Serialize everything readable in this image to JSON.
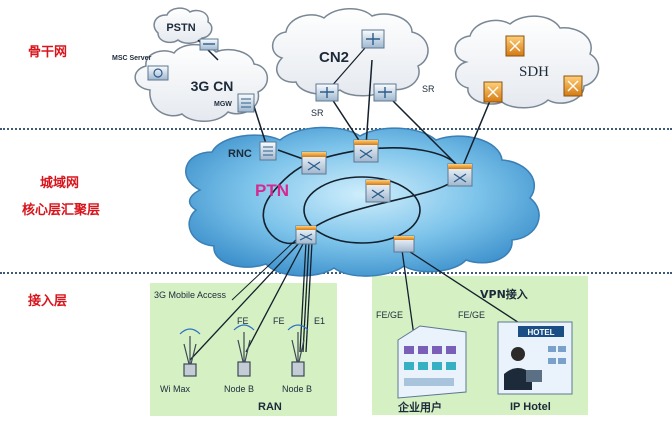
{
  "layers": {
    "backbone": "骨干网",
    "metro": "城域网",
    "core_agg": "核心层汇聚层",
    "access": "接入层"
  },
  "clouds": {
    "pstn": "PSTN",
    "cn3g": "3G CN",
    "cn2": "CN2",
    "sdh": "SDH",
    "ptn": "PTN"
  },
  "nodes": {
    "msc_server": "MSC Server",
    "mgw": "MGW",
    "sr_left": "SR",
    "sr_right": "SR",
    "rnc": "RNC"
  },
  "access": {
    "mobile_title": "3G Mobile Access",
    "fe1": "FE",
    "fe2": "FE",
    "e1": "E1",
    "fe_ge_left": "FE/GE",
    "fe_ge_right": "FE/GE",
    "vpn": "VPN接入",
    "wimax": "Wi Max",
    "nodeb1": "Node B",
    "nodeb2": "Node B",
    "ran": "RAN",
    "enterprise": "企业用户",
    "iphotel": "IP Hotel",
    "hotel_sign": "HOTEL"
  },
  "colors": {
    "label_red": "#d8141c",
    "ptn_text": "#d6288f",
    "cloud_blue": "#5aaede",
    "access_green": "#d5f0c3"
  }
}
